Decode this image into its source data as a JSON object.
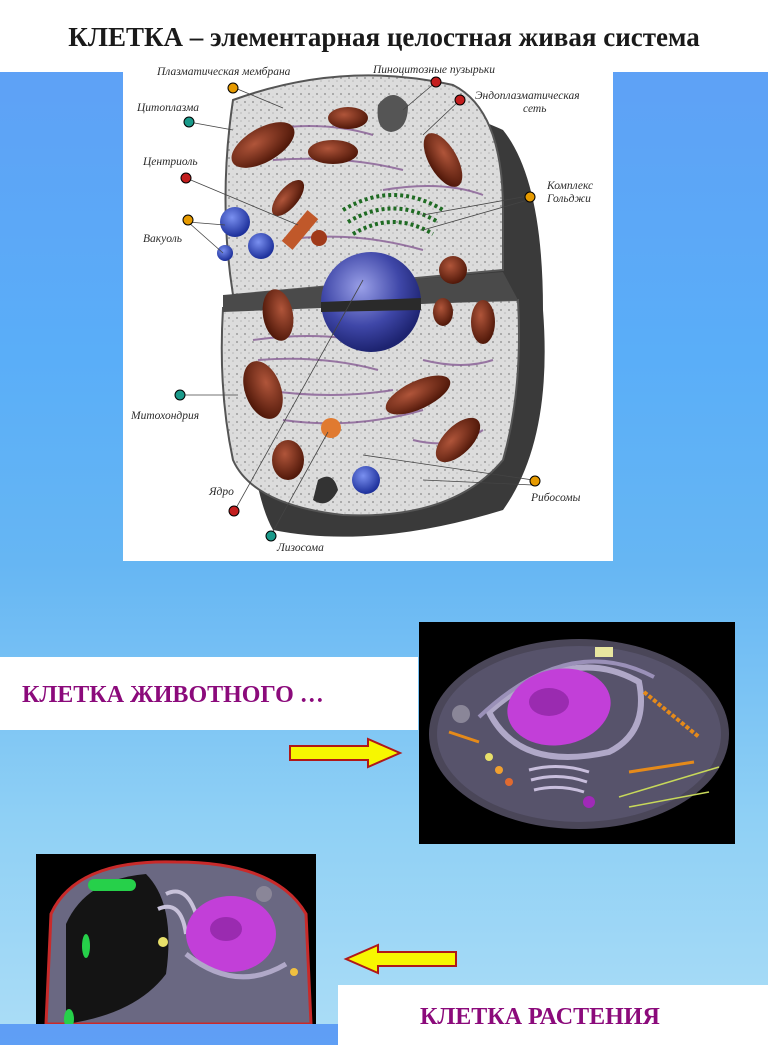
{
  "title": "КЛЕТКА – элементарная целостная живая система",
  "diagram_labels": {
    "membrane": "Плазматическая мембрана",
    "pinocytic": "Пиноцитозные пузырьки",
    "er_line1": "Эндоплазматическая",
    "er_line2": "сеть",
    "cytoplasm": "Цитоплазма",
    "centriole": "Центриоль",
    "golgi_line1": "Комплекс",
    "golgi_line2": "Гольджи",
    "vacuole": "Вакуоль",
    "mitochondria": "Митохондрия",
    "nucleus": "Ядро",
    "ribosomes": "Рибосомы",
    "lysosome": "Лизосома"
  },
  "animal_cell_label": "КЛЕТКА ЖИВОТНОГО …",
  "plant_cell_label": "КЛЕТКА РАСТЕНИЯ",
  "colors": {
    "label": "#8b0a7b",
    "arrow_fill": "#f7f700",
    "arrow_stroke": "#b01818"
  }
}
